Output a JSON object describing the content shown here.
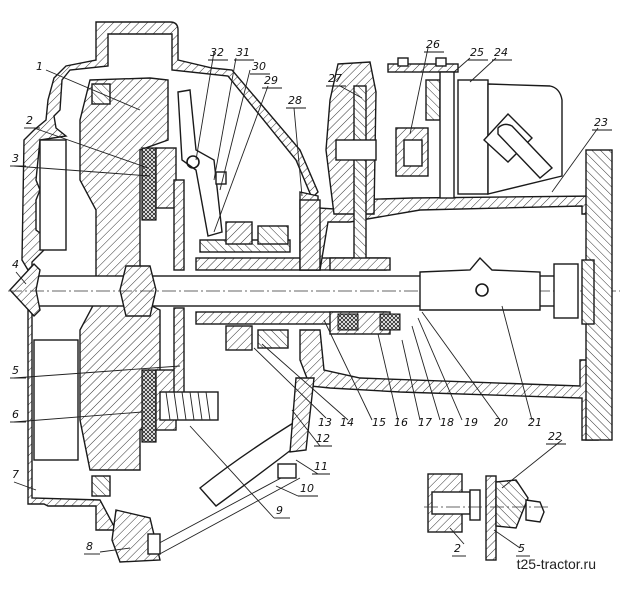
{
  "diagram": {
    "subject": "Clutch and power take-off drive assembly, sectional view",
    "callouts": [
      {
        "id": "1",
        "text": "1"
      },
      {
        "id": "2",
        "text": "2"
      },
      {
        "id": "3",
        "text": "3"
      },
      {
        "id": "4",
        "text": "4"
      },
      {
        "id": "5",
        "text": "5"
      },
      {
        "id": "6",
        "text": "6"
      },
      {
        "id": "7",
        "text": "7"
      },
      {
        "id": "8",
        "text": "8"
      },
      {
        "id": "9",
        "text": "9"
      },
      {
        "id": "10",
        "text": "10"
      },
      {
        "id": "11",
        "text": "11"
      },
      {
        "id": "12",
        "text": "12"
      },
      {
        "id": "13",
        "text": "13"
      },
      {
        "id": "14",
        "text": "14"
      },
      {
        "id": "15",
        "text": "15"
      },
      {
        "id": "16",
        "text": "16"
      },
      {
        "id": "17",
        "text": "17"
      },
      {
        "id": "18",
        "text": "18"
      },
      {
        "id": "19",
        "text": "19"
      },
      {
        "id": "20",
        "text": "20"
      },
      {
        "id": "21",
        "text": "21"
      },
      {
        "id": "22",
        "text": "22"
      },
      {
        "id": "23",
        "text": "23"
      },
      {
        "id": "24",
        "text": "24"
      },
      {
        "id": "25",
        "text": "25"
      },
      {
        "id": "26",
        "text": "26"
      },
      {
        "id": "27",
        "text": "27"
      },
      {
        "id": "28",
        "text": "28"
      },
      {
        "id": "29",
        "text": "29"
      },
      {
        "id": "30",
        "text": "30"
      },
      {
        "id": "31",
        "text": "31"
      },
      {
        "id": "32",
        "text": "32"
      }
    ],
    "detail_callouts": [
      {
        "id": "d2",
        "text": "2"
      },
      {
        "id": "d5",
        "text": "5"
      },
      {
        "id": "d22",
        "text": "22"
      }
    ]
  },
  "watermark": "t25-tractor.ru"
}
